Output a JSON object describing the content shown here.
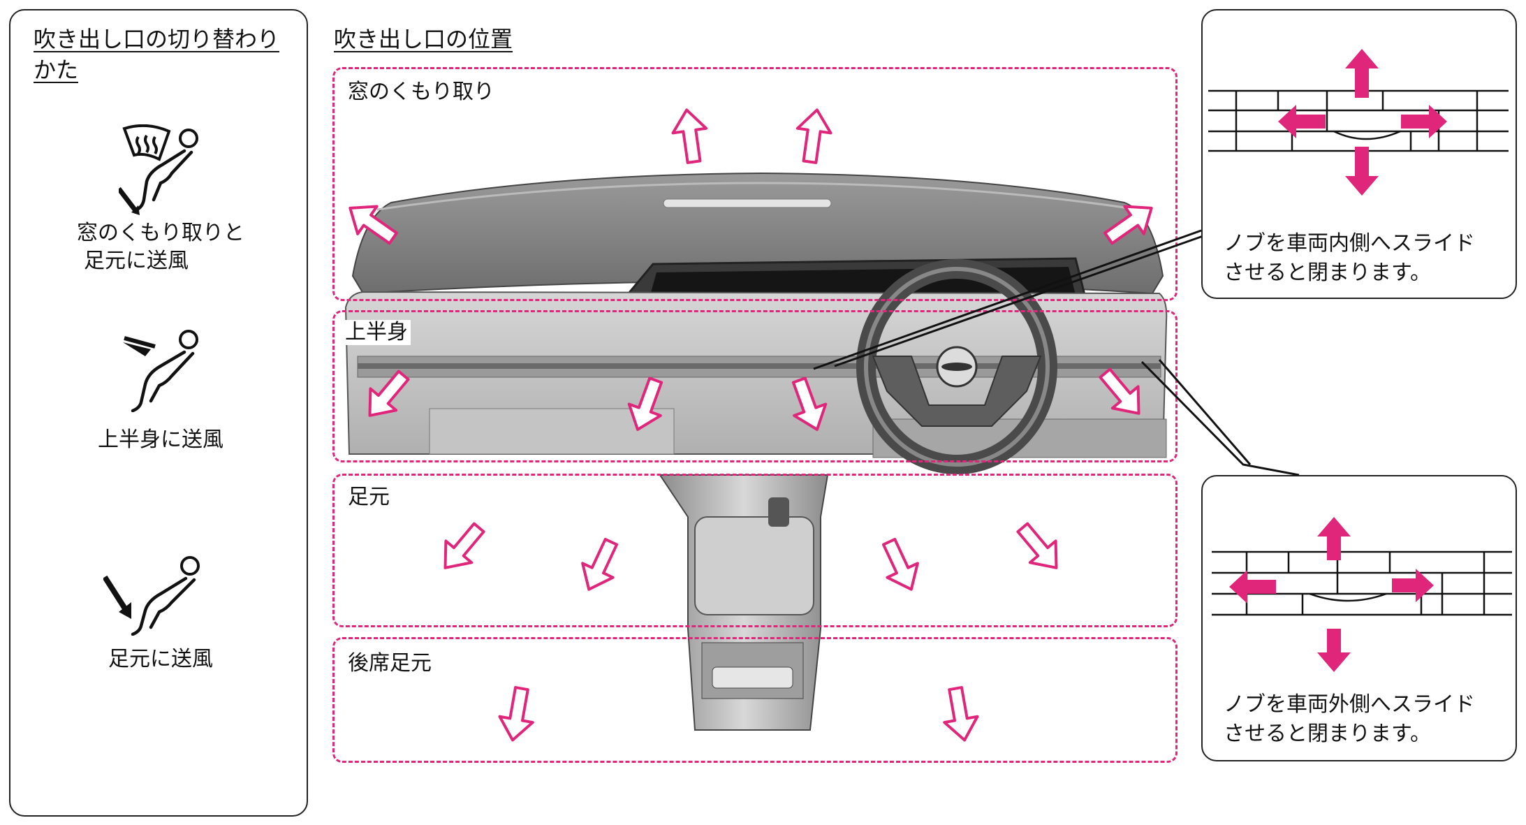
{
  "left_panel": {
    "title": "吹き出し口の切り替わりかた",
    "modes": [
      {
        "icon": "defrost-and-feet-mode-icon",
        "label_line1": "窓のくもり取りと",
        "label_line2": "足元に送風"
      },
      {
        "icon": "upper-body-mode-icon",
        "label_line1": "上半身に送風"
      },
      {
        "icon": "feet-mode-icon",
        "label_line1": "足元に送風"
      }
    ]
  },
  "center": {
    "title": "吹き出し口の位置",
    "zones": [
      {
        "label": "窓のくもり取り"
      },
      {
        "label": "上半身"
      },
      {
        "label": "足元"
      },
      {
        "label": "後席足元"
      }
    ]
  },
  "callouts": [
    {
      "text_line1": "ノブを車両内側へスライド",
      "text_line2": "させると閉まります。"
    },
    {
      "text_line1": "ノブを車両外側へスライド",
      "text_line2": "させると閉まります。"
    }
  ],
  "colors": {
    "accent": "#e0267a",
    "outline": "#222222",
    "dash_gray": "#8a8a8a"
  }
}
